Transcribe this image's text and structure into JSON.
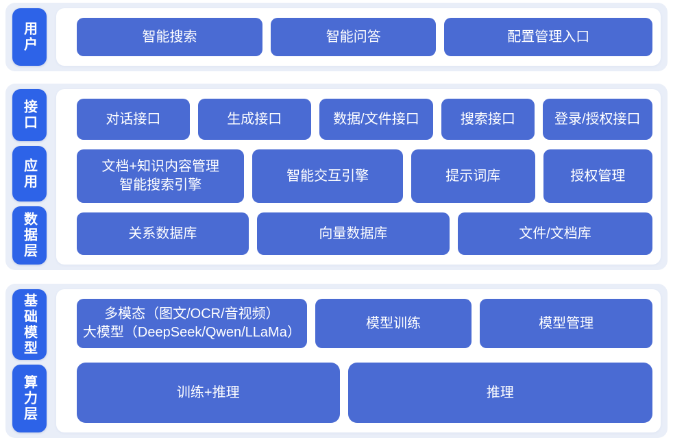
{
  "colors": {
    "layer_pill_blue": "#2d63e8",
    "block_blue": "#4a6bd3",
    "section_background": "#e9eef8",
    "panel_background": "#ffffff"
  },
  "user_layer": {
    "label": "用户",
    "smart_search": "智能搜索",
    "smart_qa": "智能问答",
    "config_entry": "配置管理入口"
  },
  "middle_layers": {
    "label_interface": "接口",
    "label_application": "应用",
    "label_data": "数据层",
    "dialog_api": "对话接口",
    "generation_api": "生成接口",
    "data_file_api": "数据/文件接口",
    "search_api": "搜索接口",
    "login_auth_api": "登录/授权接口",
    "doc_knowledge_mgmt": "文档+知识内容管理\n智能搜索引擎",
    "interactive_engine": "智能交互引擎",
    "prompt_library": "提示词库",
    "auth_mgmt": "授权管理",
    "relational_db": "关系数据库",
    "vector_db": "向量数据库",
    "file_doc_store": "文件/文档库"
  },
  "bottom_layers": {
    "label_foundation_model": "基础模型",
    "label_compute": "算力层",
    "multimodal_llm": "多模态（图文/OCR/音视频）\n大模型（DeepSeek/Qwen/LLaMa）",
    "model_training": "模型训练",
    "model_mgmt": "模型管理",
    "training_inference": "训练+推理",
    "inference": "推理"
  }
}
